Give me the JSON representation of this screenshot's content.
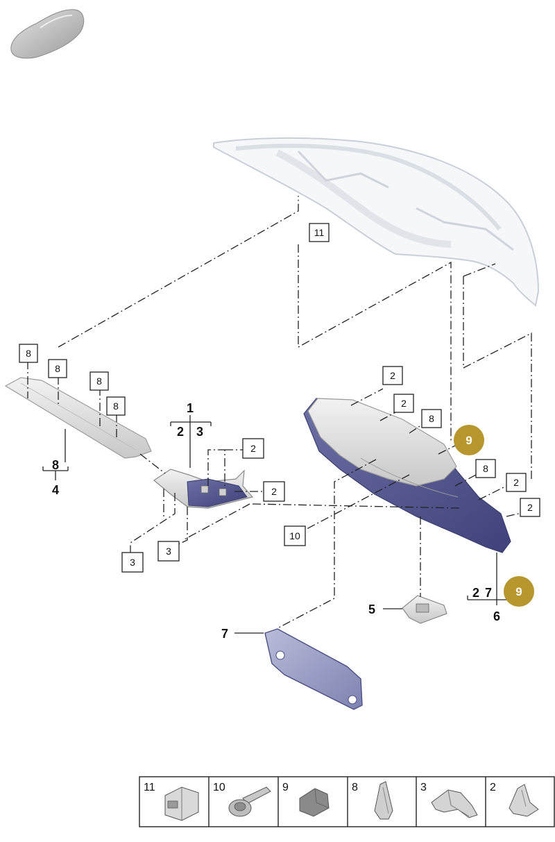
{
  "callouts": {
    "box_11_top": "11",
    "box_8_a": "8",
    "box_8_b": "8",
    "box_8_c": "8",
    "box_8_d": "8",
    "box_8_e": "8",
    "box_8_f": "8",
    "box_2_a": "2",
    "box_2_b": "2",
    "box_2_c": "2",
    "box_2_d": "2",
    "box_2_e": "2",
    "box_2_f": "2",
    "box_3_a": "3",
    "box_3_b": "3",
    "box_10": "10"
  },
  "parts": {
    "group1_main": "1",
    "group1_sub_a": "2",
    "group1_sub_b": "3",
    "group4_sub": "8",
    "group4_main": "4",
    "part5": "5",
    "group6_sub_a": "2",
    "group6_sub_b": "7",
    "group6_main": "6",
    "part7": "7"
  },
  "badges": {
    "badge_upper": "9",
    "badge_lower": "9",
    "badge_color": "#b8962e"
  },
  "legend": [
    {
      "number": "11",
      "icon": "clip-nut-icon"
    },
    {
      "number": "10",
      "icon": "screw-icon"
    },
    {
      "number": "9",
      "icon": "rubber-buffer-icon"
    },
    {
      "number": "8",
      "icon": "trim-clip-icon"
    },
    {
      "number": "3",
      "icon": "spring-clip-icon"
    },
    {
      "number": "2",
      "icon": "retaining-clip-icon"
    }
  ],
  "colors": {
    "trim_dark": "#4b4f86",
    "trim_light": "#d6d6d6",
    "lid_outline": "#c9cfd8"
  }
}
